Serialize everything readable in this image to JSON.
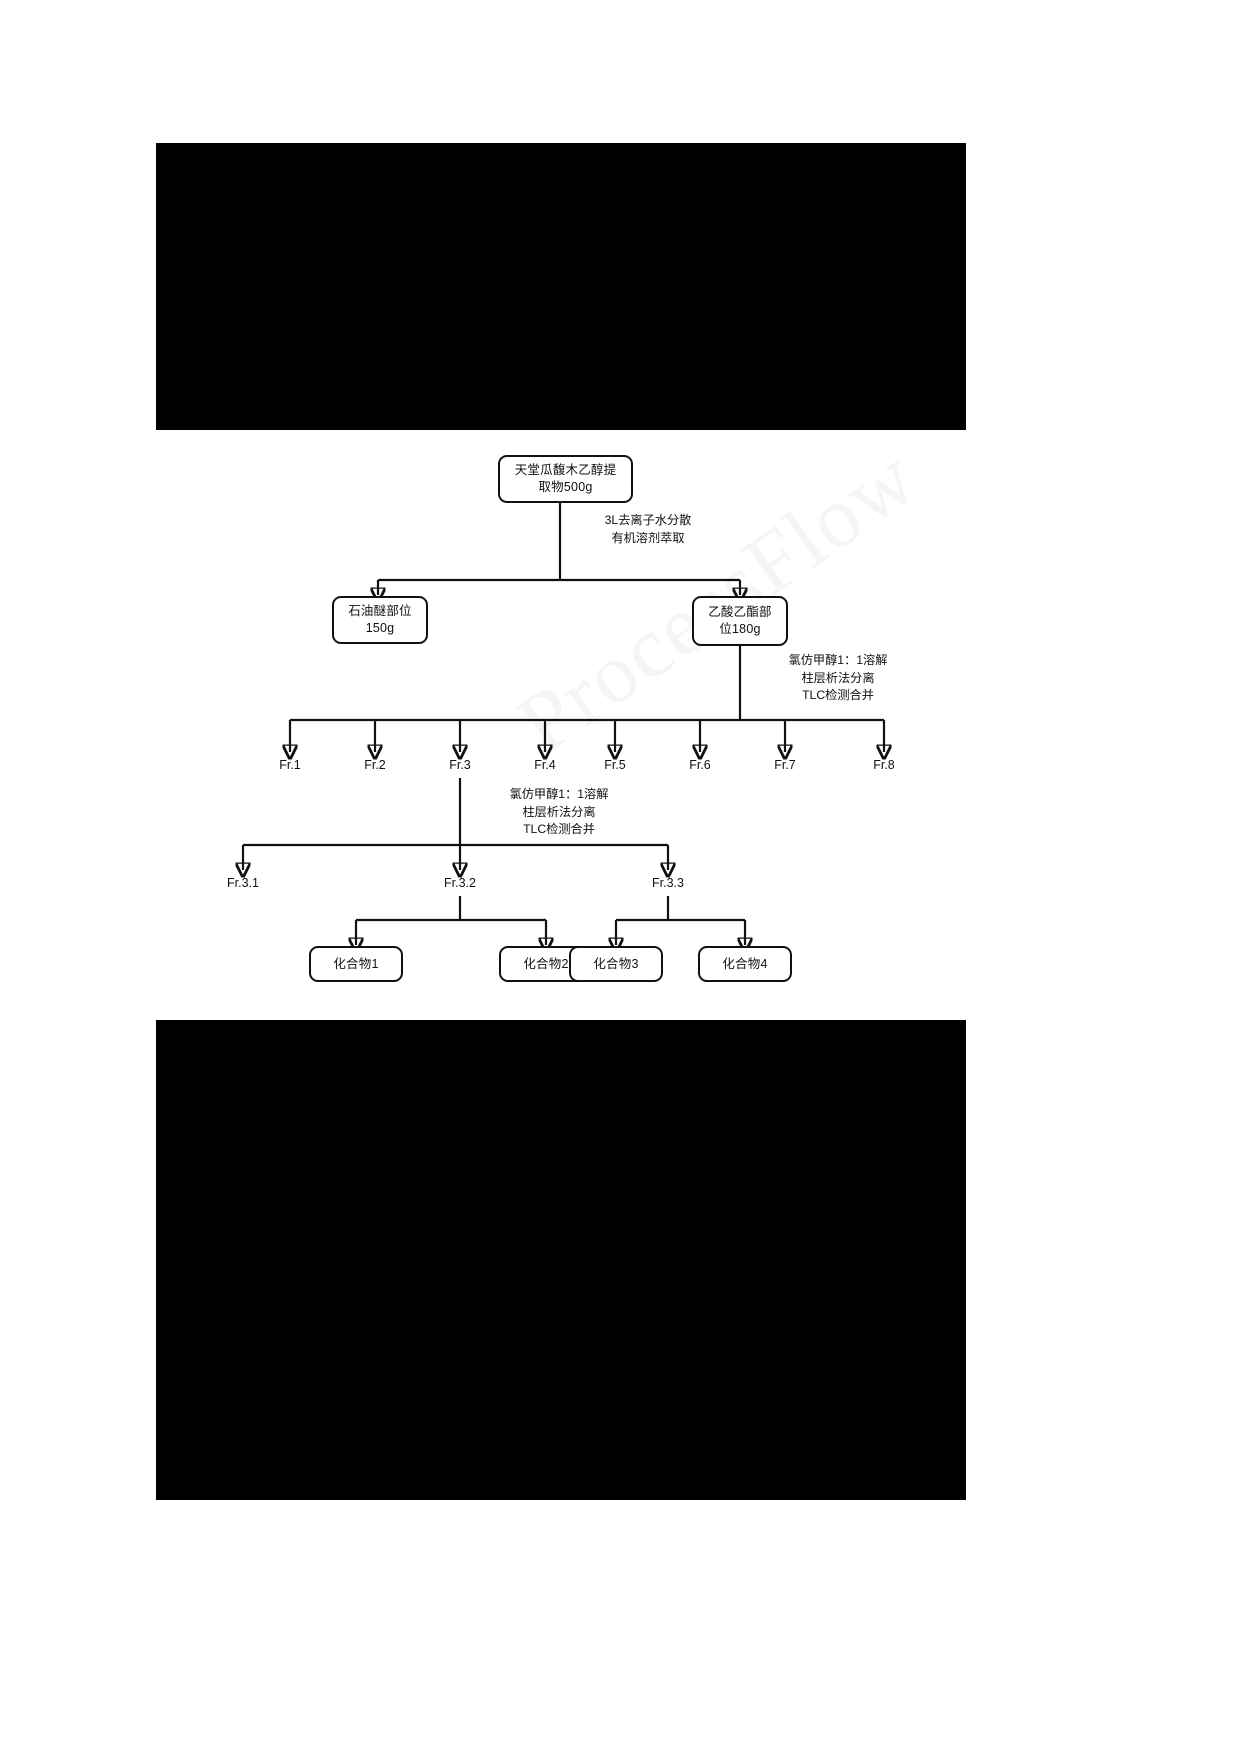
{
  "document": {
    "type": "process-flow-diagram",
    "watermark": "ProcessFlow"
  },
  "diagram": {
    "root": {
      "id": "root-extract",
      "label": "天堂瓜馥木乙醇提\n取物500g"
    },
    "step1_annotation": "3L去离子水分散\n有机溶剂萃取",
    "fractions_level1": [
      {
        "id": "petroleum-ether",
        "label": "石油醚部位\n150g"
      },
      {
        "id": "ethyl-acetate",
        "label": "乙酸乙酯部\n位180g"
      }
    ],
    "step2_annotation": "氯仿甲醇1：1溶解\n柱层析法分离\nTLC检测合并",
    "fr_labels": [
      "Fr.1",
      "Fr.2",
      "Fr.3",
      "Fr.4",
      "Fr.5",
      "Fr.6",
      "Fr.7",
      "Fr.8"
    ],
    "step3_annotation": "氯仿甲醇1：1溶解\n柱层析法分离\nTLC检测合并",
    "fr3_labels": [
      "Fr.3.1",
      "Fr.3.2",
      "Fr.3.3"
    ],
    "compounds": [
      "化合物1",
      "化合物2",
      "化合物3",
      "化合物4"
    ]
  },
  "chart_data": {
    "type": "diagram-tree",
    "title": "天堂瓜馥木乙醇提取物分离流程",
    "levels": [
      {
        "level": 0,
        "nodes": [
          "天堂瓜馥木乙醇提取物500g"
        ]
      },
      {
        "level": 1,
        "edge_label": "3L去离子水分散 / 有机溶剂萃取",
        "nodes": [
          "石油醚部位 150g",
          "乙酸乙酯部位180g"
        ]
      },
      {
        "level": 2,
        "edge_label": "氯仿甲醇1：1溶解 / 柱层析法分离 / TLC检测合并",
        "parent": "乙酸乙酯部位180g",
        "nodes": [
          "Fr.1",
          "Fr.2",
          "Fr.3",
          "Fr.4",
          "Fr.5",
          "Fr.6",
          "Fr.7",
          "Fr.8"
        ]
      },
      {
        "level": 3,
        "edge_label": "氯仿甲醇1：1溶解 / 柱层析法分离 / TLC检测合并",
        "parent": "Fr.3",
        "nodes": [
          "Fr.3.1",
          "Fr.3.2",
          "Fr.3.3"
        ]
      },
      {
        "level": 4,
        "parents": [
          "Fr.3.2",
          "Fr.3.2",
          "Fr.3.3",
          "Fr.3.3"
        ],
        "nodes": [
          "化合物1",
          "化合物2",
          "化合物3",
          "化合物4"
        ]
      }
    ],
    "masses": {
      "天堂瓜馥木乙醇提取物": "500g",
      "石油醚部位": "150g",
      "乙酸乙酯部位": "180g"
    }
  }
}
